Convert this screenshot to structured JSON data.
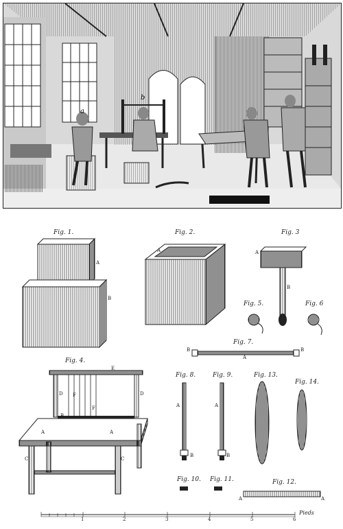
{
  "scene": {
    "labels": {
      "a": "a",
      "b": "b"
    }
  },
  "figures": [
    {
      "id": "fig1",
      "label": "Fig. 1."
    },
    {
      "id": "fig2",
      "label": "Fig. 2."
    },
    {
      "id": "fig3",
      "label": "Fig. 3"
    },
    {
      "id": "fig4",
      "label": "Fig. 4."
    },
    {
      "id": "fig5",
      "label": "Fig. 5."
    },
    {
      "id": "fig6",
      "label": "Fig. 6"
    },
    {
      "id": "fig7",
      "label": "Fig. 7."
    },
    {
      "id": "fig8",
      "label": "Fig. 8."
    },
    {
      "id": "fig9",
      "label": "Fig. 9."
    },
    {
      "id": "fig10",
      "label": "Fig. 10."
    },
    {
      "id": "fig11",
      "label": "Fig. 11."
    },
    {
      "id": "fig12",
      "label": "Fig. 12."
    },
    {
      "id": "fig13",
      "label": "Fig. 13."
    },
    {
      "id": "fig14",
      "label": "Fig. 14."
    }
  ],
  "letters": {
    "A": "A",
    "B": "B",
    "C": "C",
    "D": "D",
    "E": "E",
    "F": "F"
  },
  "scale": {
    "ticks": [
      "1",
      "2",
      "3",
      "4",
      "5",
      "6"
    ],
    "unit": "Pieds"
  },
  "colors": {
    "ink": "#1a1a1a",
    "wall": "#d9d9d9",
    "paper": "#ffffff"
  }
}
